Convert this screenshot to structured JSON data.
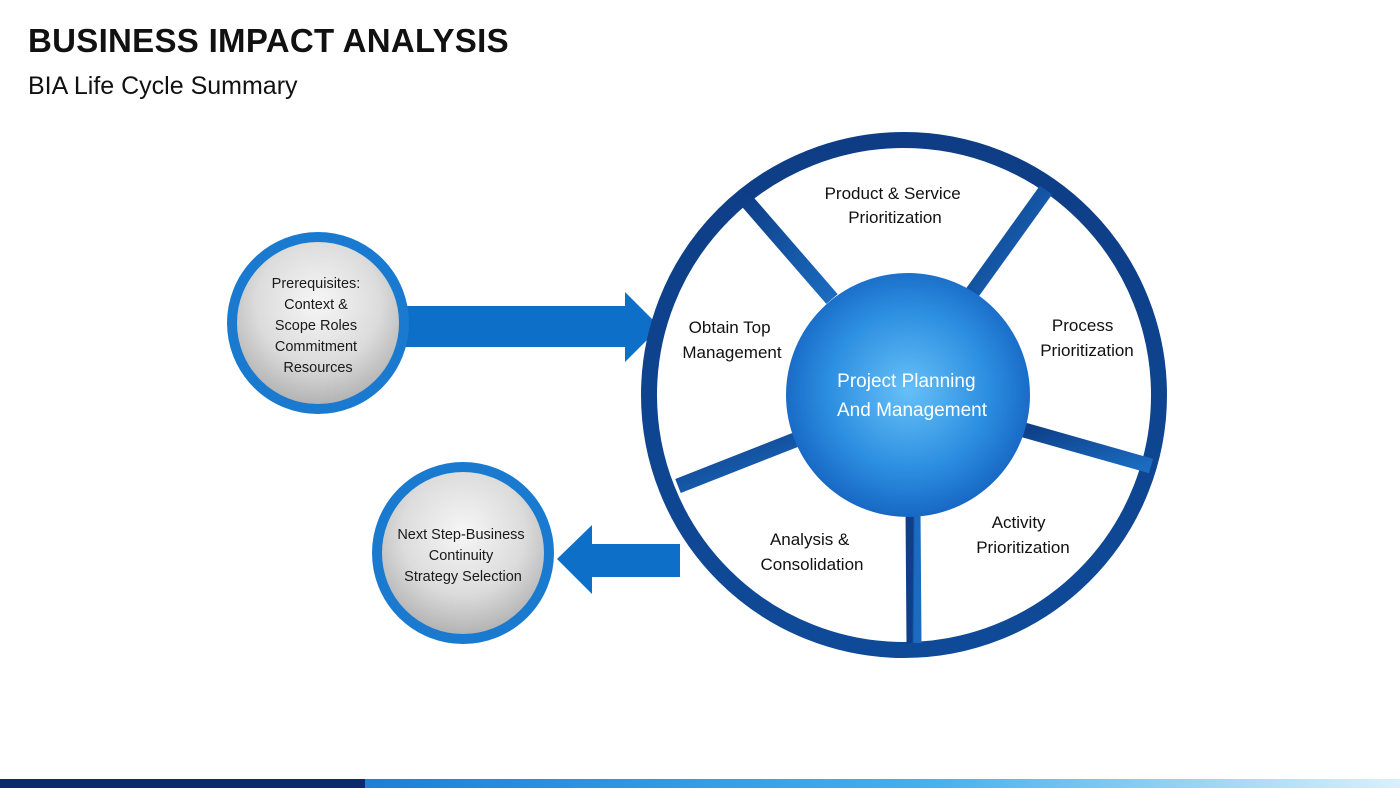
{
  "slide": {
    "title": "BUSINESS IMPACT ANALYSIS",
    "subtitle": "BIA Life Cycle Summary"
  },
  "diagram": {
    "center": [
      "Project Planning",
      "And Management"
    ],
    "segments": [
      {
        "id": "product-service",
        "lines": [
          "Product & Service",
          "Prioritization"
        ]
      },
      {
        "id": "process",
        "lines": [
          "Process",
          "Prioritization"
        ]
      },
      {
        "id": "activity",
        "lines": [
          "Activity",
          "Prioritization"
        ]
      },
      {
        "id": "analysis",
        "lines": [
          "Analysis &",
          "Consolidation"
        ]
      },
      {
        "id": "management",
        "lines": [
          "Obtain Top",
          "Management"
        ]
      }
    ],
    "prerequisites": [
      "Prerequisites:",
      "Context &",
      "Scope Roles",
      "Commitment",
      "Resources"
    ],
    "next_step": [
      "Next Step-Business",
      "Continuity",
      "Strategy Selection"
    ]
  },
  "colors": {
    "ring_dark": "#0d3f87",
    "ring_light": "#1a63b3",
    "arrow": "#0d6fc7",
    "hub_light": "#5fb8f4",
    "hub_dark": "#1466c6",
    "circle_border": "#1a7ad0",
    "circle_fill": "#cfcfcf"
  }
}
